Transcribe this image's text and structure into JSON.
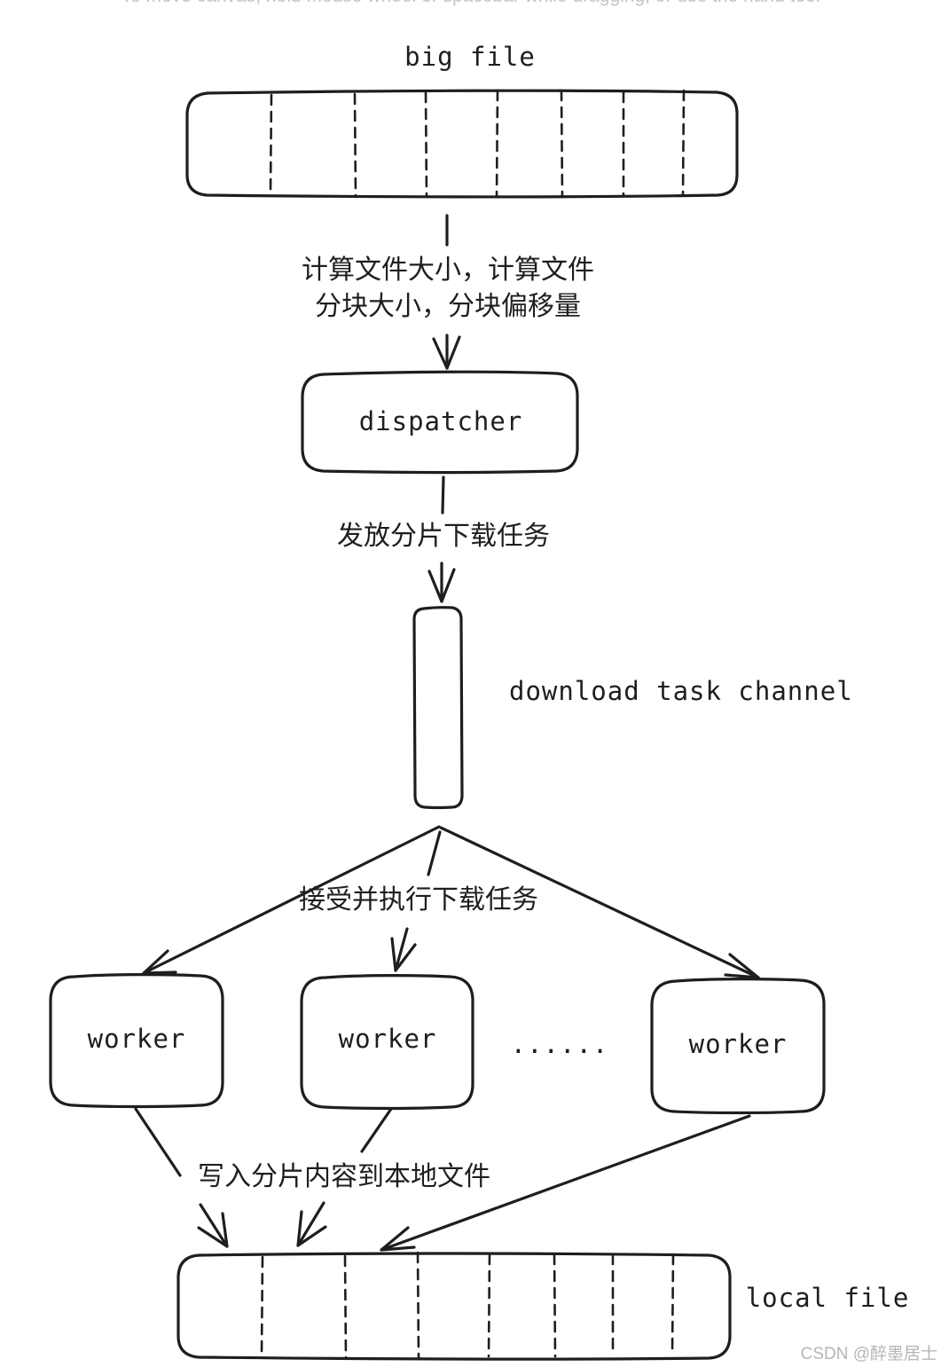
{
  "hint": "To move canvas, hold mouse wheel or spacebar while dragging, or use the hand tool",
  "nodes": {
    "big_file": "big file",
    "dispatcher": "dispatcher",
    "channel": "download task channel",
    "workers": [
      "worker",
      "worker",
      "worker"
    ],
    "ellipsis": "......",
    "local_file": "local file"
  },
  "edges": {
    "compute_line1": "计算文件大小，计算文件",
    "compute_line2": "分块大小，分块偏移量",
    "dispatch": "发放分片下载任务",
    "receive": "接受并执行下载任务",
    "write": "写入分片内容到本地文件"
  },
  "watermark": "CSDN @醉墨居士"
}
